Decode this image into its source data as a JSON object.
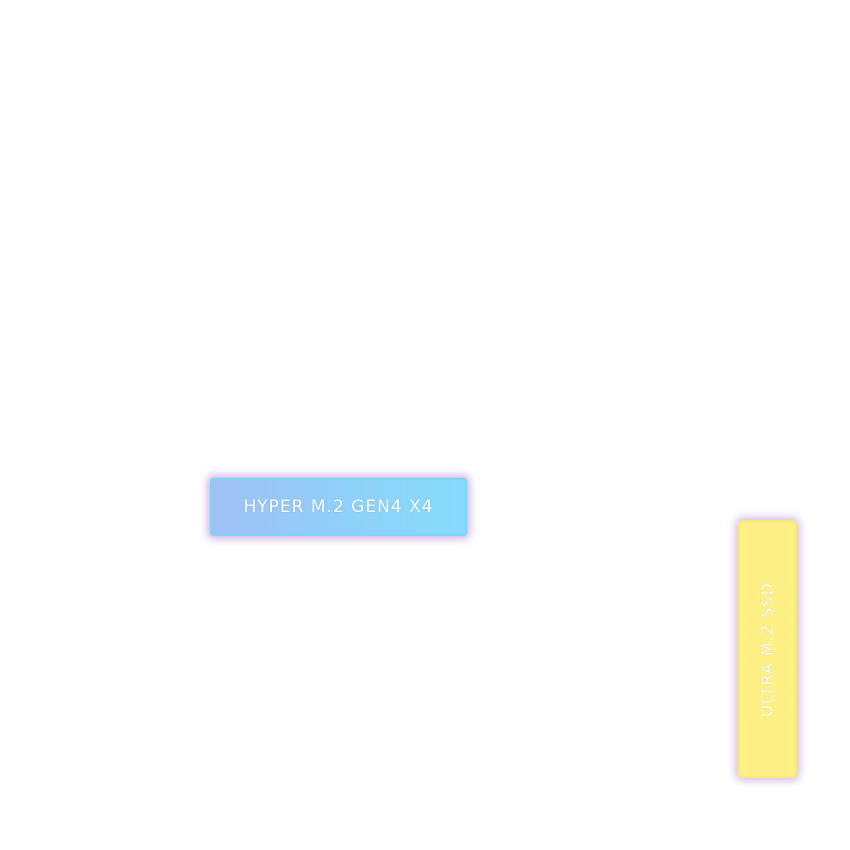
{
  "items": [
    {
      "id": "hyper",
      "label": "HYPER M.2 GEN4 X4",
      "colors": {
        "fill_start": "#a0c0f6",
        "fill_end": "#86dcfc",
        "glow": "#aa78d2"
      }
    },
    {
      "id": "ultra",
      "label": "ULTRA M.2 SSD",
      "colors": {
        "fill": "#fff085",
        "glow": "#b48cd2"
      }
    }
  ]
}
